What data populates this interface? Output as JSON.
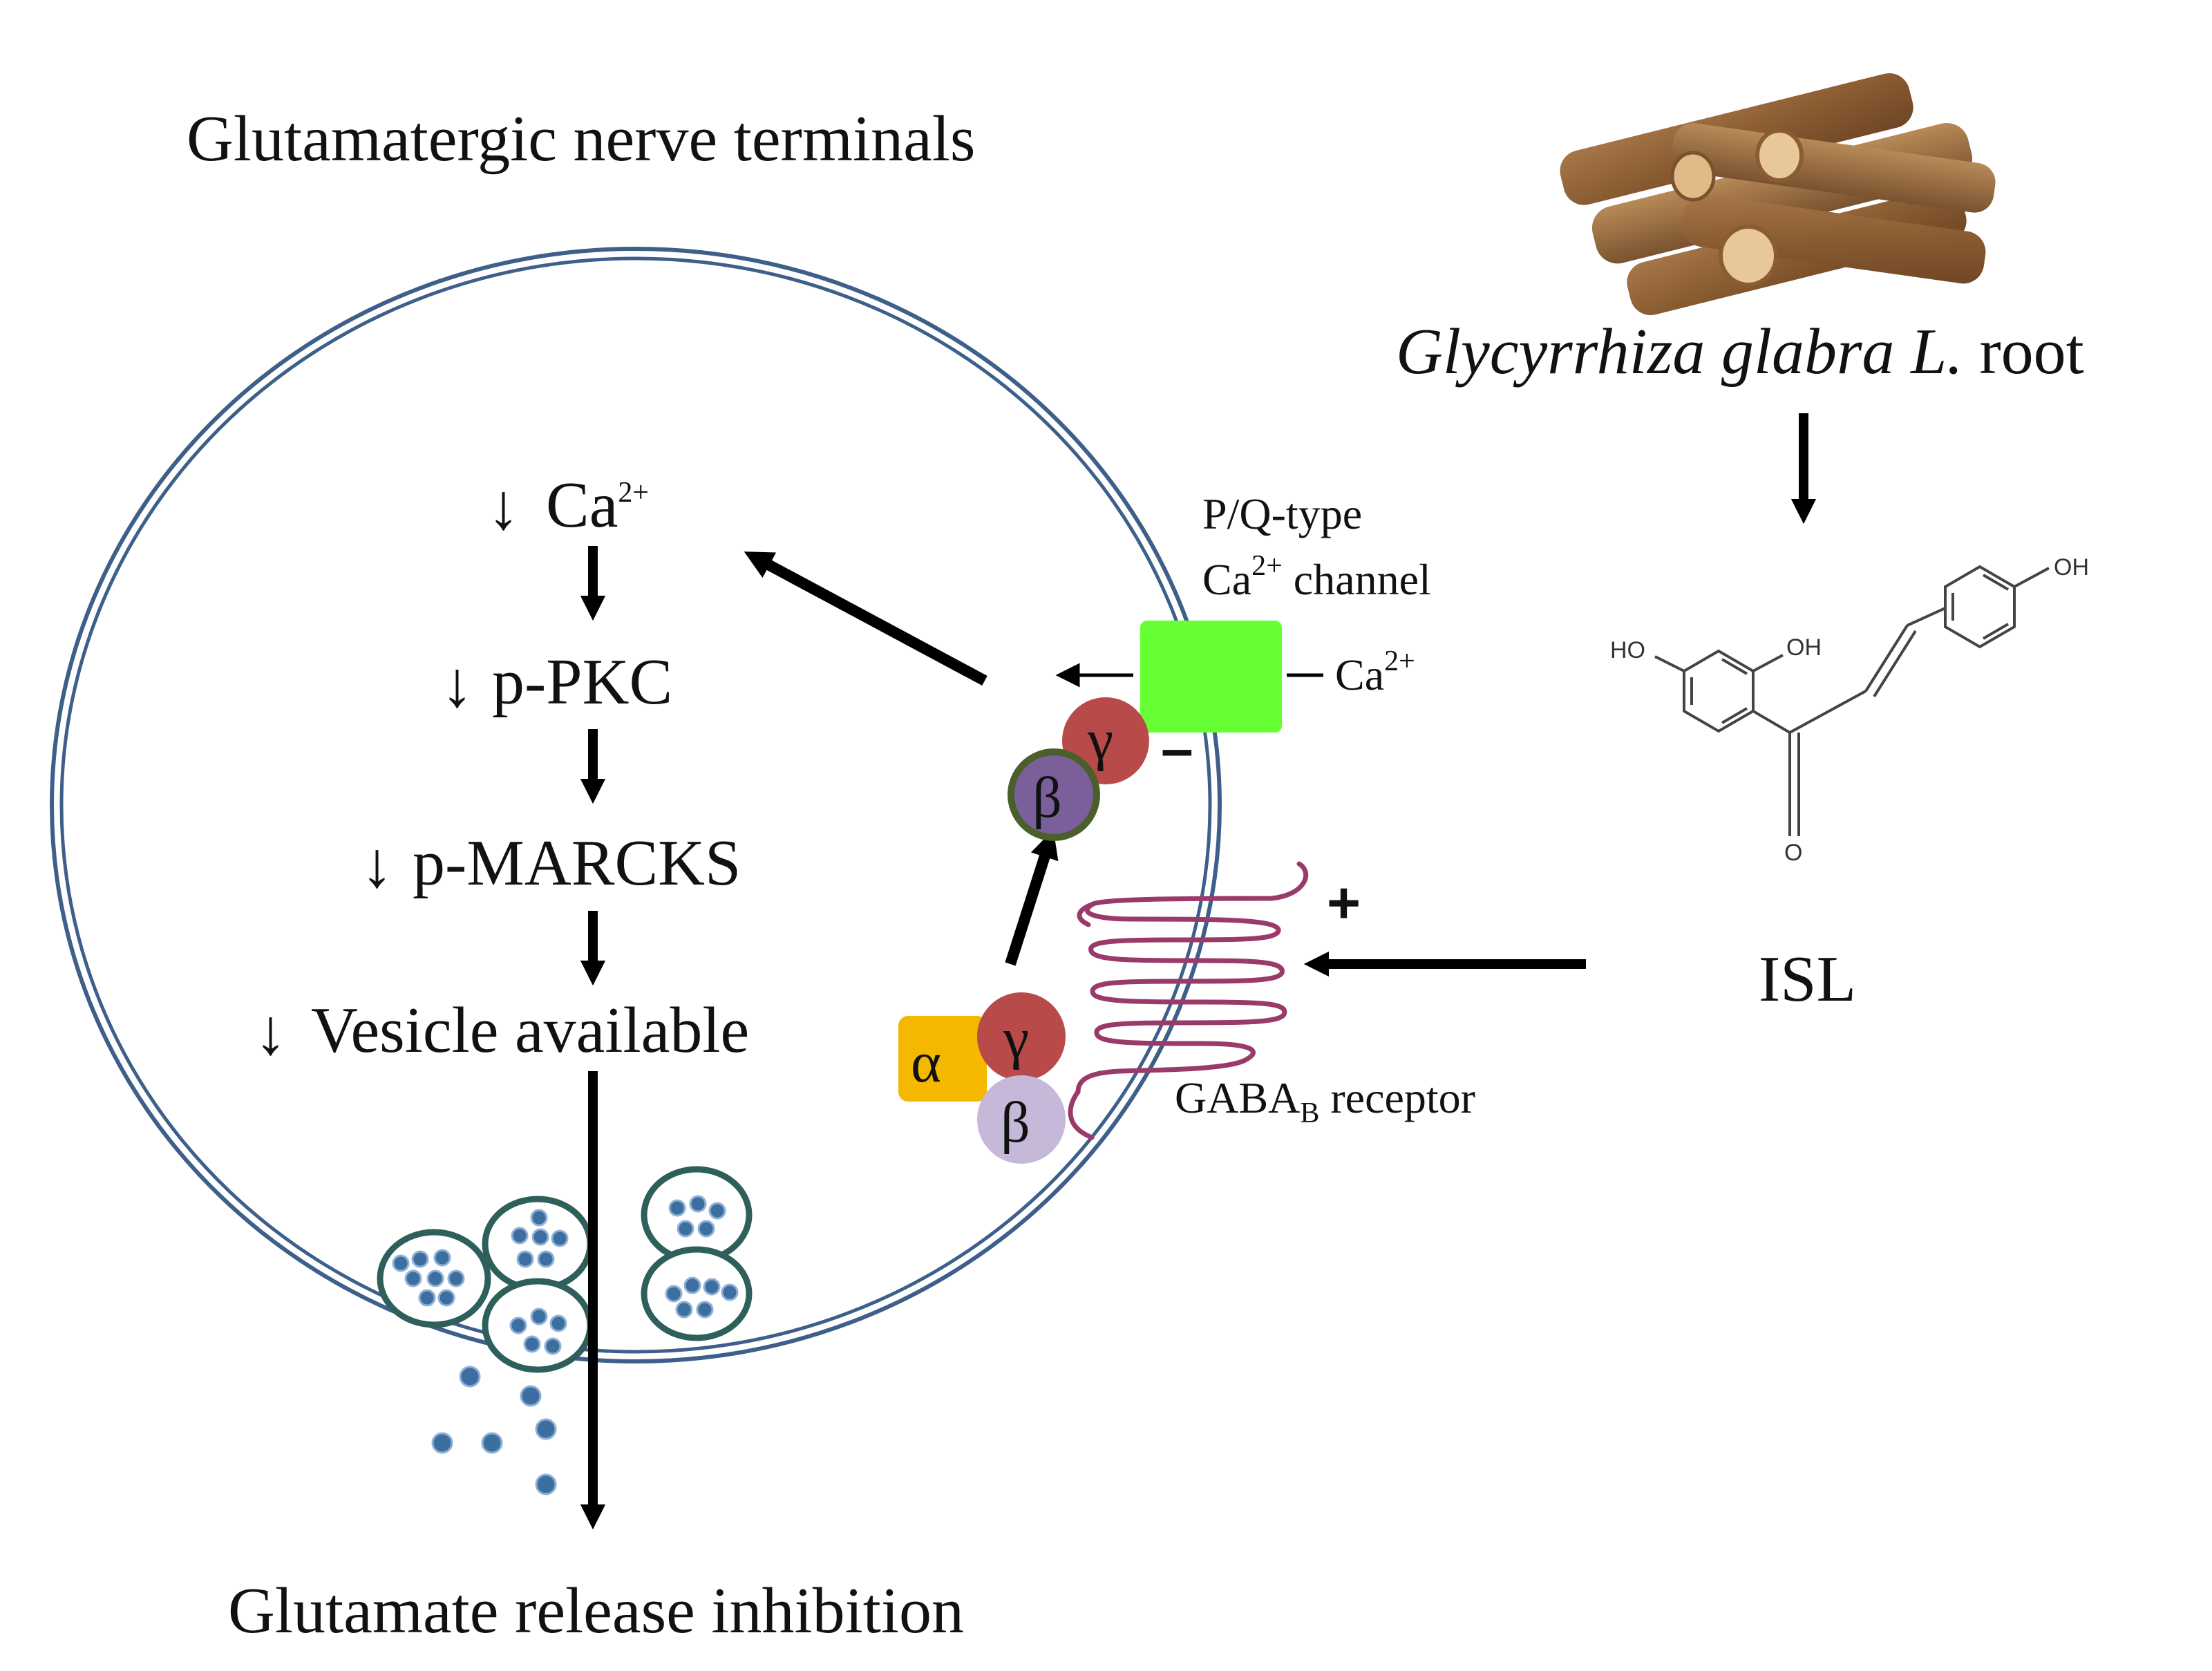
{
  "title": "Glutamatergic nerve terminals",
  "source": {
    "species": "Glycyrrhiza glabra L.",
    "suffix": " root"
  },
  "compound": {
    "name": "ISL",
    "labels": {
      "ho_left": "HO",
      "oh_mid": "OH",
      "oh_top": "OH",
      "o": "O"
    }
  },
  "cascade": {
    "down_arrow_symbol": "↓",
    "calcium": {
      "base": "Ca",
      "sup": "2+"
    },
    "pkc": "p-PKC",
    "marcks": "p-MARCKS",
    "vesicle": "Vesicle available"
  },
  "channel": {
    "line1": "P/Q-type",
    "line2_base": "Ca",
    "line2_sup": "2+",
    "line2_suffix": " channel",
    "ion_base": "Ca",
    "ion_sup": "2+",
    "color": "#66ff33"
  },
  "g_protein": {
    "alpha": "α",
    "beta": "β",
    "gamma": "γ",
    "colors": {
      "alpha": "#f5b800",
      "gamma": "#b84a4a",
      "beta_free": "#c6b8d9",
      "beta_bound": "#7a5f9b",
      "beta_ring": "#4a5f2a"
    }
  },
  "receptor": {
    "base": "GABA",
    "sub": "B",
    "suffix": " receptor",
    "color": "#9a3a6a"
  },
  "signs": {
    "minus": "–",
    "plus": "+",
    "color": "#cc1111"
  },
  "outcome": "Glutamate release inhibition",
  "colors": {
    "membrane": "#3d5f8a",
    "vesicle_outline": "#2e5f5a",
    "vesicle_dot": "#3d6ea0"
  }
}
